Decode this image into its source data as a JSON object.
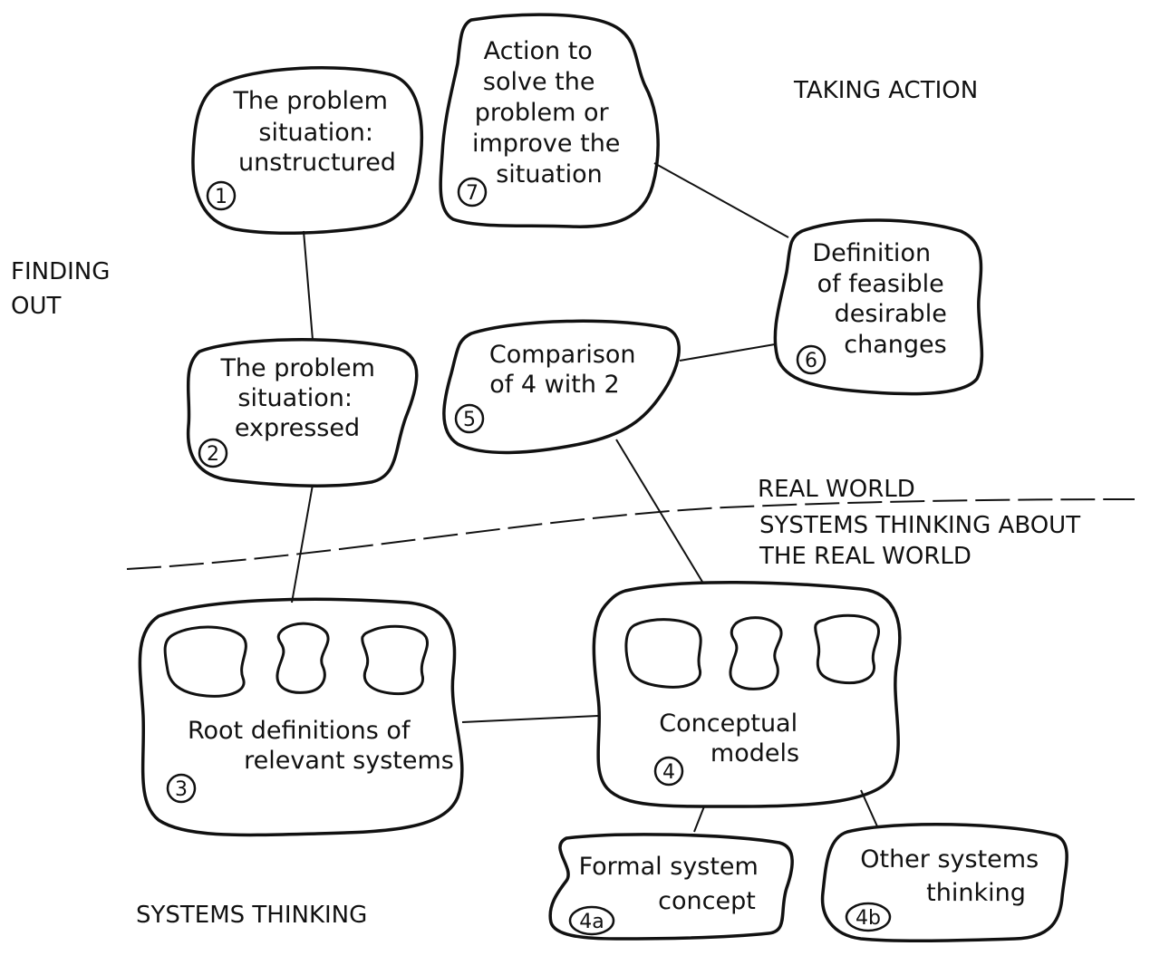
{
  "regions": {
    "finding_out": [
      "FINDING",
      "OUT"
    ],
    "taking_action": "TAKING ACTION",
    "systems_thinking": "SYSTEMS THINKING",
    "real_world": "REAL WORLD",
    "systems_thinking_about": [
      "SYSTEMS THINKING ABOUT",
      "THE REAL WORLD"
    ]
  },
  "nodes": {
    "n1": {
      "number": "1",
      "lines": [
        "The problem",
        "situation:",
        "unstructured"
      ]
    },
    "n2": {
      "number": "2",
      "lines": [
        "The problem",
        "situation:",
        "expressed"
      ]
    },
    "n3": {
      "number": "3",
      "lines": [
        "Root definitions of",
        "relevant systems"
      ]
    },
    "n4": {
      "number": "4",
      "lines": [
        "Conceptual",
        "models"
      ]
    },
    "n4a": {
      "number": "4a",
      "lines": [
        "Formal system",
        "concept"
      ]
    },
    "n4b": {
      "number": "4b",
      "lines": [
        "Other systems",
        "thinking"
      ]
    },
    "n5": {
      "number": "5",
      "lines": [
        "Comparison",
        "of 4 with 2"
      ]
    },
    "n6": {
      "number": "6",
      "lines": [
        "Definition",
        "of feasible",
        "desirable",
        "changes"
      ]
    },
    "n7": {
      "number": "7",
      "lines": [
        "Action to",
        "solve the",
        "problem or",
        "improve the",
        "situation"
      ]
    }
  }
}
